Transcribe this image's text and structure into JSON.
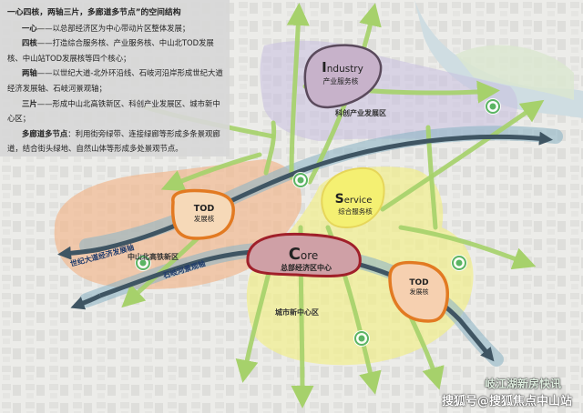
{
  "legend": {
    "title": "一心四核，两轴三片，多廊道多节点”的空间结构",
    "items": [
      {
        "term": "一心",
        "sep": "——",
        "text": "以总部经济区为中心带动片区整体发展；"
      },
      {
        "term": "四核",
        "sep": "——",
        "text": "打造综合服务核、产业服务核、中山北TOD发展核、中山站TOD发展核等四个核心；"
      },
      {
        "term": "两轴",
        "sep": "——",
        "text": "以世纪大道-北外环沿线、石岐河沿岸形成世纪大道经济发展轴、石岐河景观轴；"
      },
      {
        "term": "三片",
        "sep": "——",
        "text": "形成中山北高铁新区、科创产业发展区、城市新中心区；"
      },
      {
        "term": "多廊道多节点",
        "sep": "：",
        "text": "利用街旁绿带、连接绿廊等形成多条景观廊道，结合街头绿地、自然山体等形成多处景观节点。"
      }
    ]
  },
  "cores": {
    "industry": {
      "initial": "I",
      "rest": "ndustry",
      "cn": "产业服务核"
    },
    "service": {
      "initial": "S",
      "rest": "ervice",
      "cn": "综合服务核"
    },
    "core": {
      "initial": "C",
      "rest": "ore",
      "cn": "总部经济区中心"
    },
    "tod_west": {
      "name": "TOD",
      "cn": "发展核"
    },
    "tod_east": {
      "name": "TOD",
      "cn": "发展核"
    }
  },
  "districts": {
    "kechuang": "科创产业发展区",
    "gaotie": "中山北高铁新区",
    "xinzhongxin": "城市新中心区"
  },
  "axes": {
    "shiji": "世纪大道经济发展轴",
    "shiqi": "石岐河景观轴"
  },
  "watermarks": {
    "line1": "岐江湖新房快讯",
    "line2": "搜狐号@搜狐焦点中山站"
  },
  "colors": {
    "axis_arrow": "#3f5563",
    "green_corridor": "#a6d16b",
    "gaotie_zone": "#f3b58a",
    "xinzhongxin_zone": "#f2ef8c",
    "kechuang_zone": "#c8bfe0",
    "core_fill": "#cfa0a6",
    "core_outline": "#a0202a",
    "tod_outline": "#e27a22",
    "node_green": "#5bb463"
  }
}
